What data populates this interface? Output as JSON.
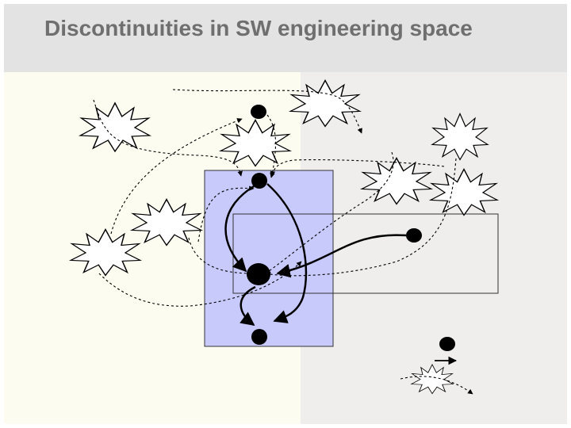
{
  "slide": {
    "title": "Discontinuities in SW engineering space"
  },
  "colors": {
    "left_region": "#fdfcf1",
    "right_region": "#efeeed",
    "blue_box_fill": "#c8cafc",
    "blue_box_stroke": "#333333",
    "ink": "#000000"
  },
  "legend_shapes": {
    "node_icon": "filled-circle",
    "burst_icon": "explosion-star"
  }
}
